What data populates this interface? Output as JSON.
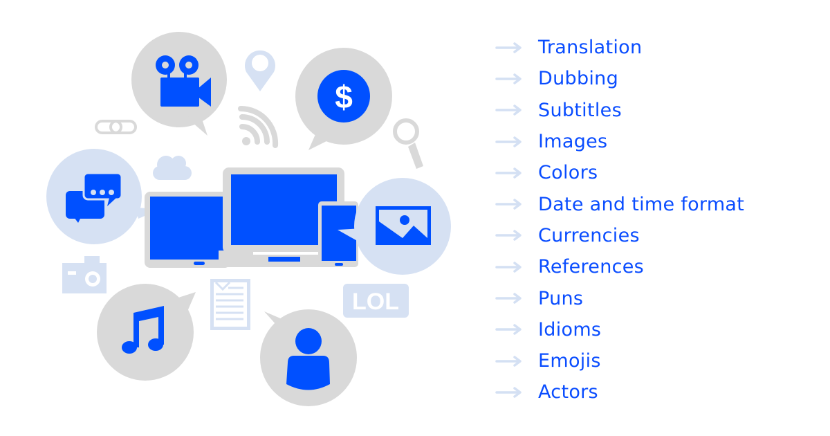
{
  "colors": {
    "accent_blue": "#0050ff",
    "text_blue": "#0a4dff",
    "bubble_gray": "#d9d9d9",
    "bubble_light_blue": "#d6e1f3",
    "arrow_light": "#d4e0f3",
    "background": "#ffffff"
  },
  "illustration": {
    "center": "devices-group",
    "devices": [
      "tablet",
      "desktop-monitor",
      "smartphone"
    ],
    "bubbles": [
      {
        "name": "video-camera-bubble",
        "icon": "movie-camera-icon",
        "color": "gray"
      },
      {
        "name": "currency-bubble",
        "icon": "dollar-icon",
        "color": "gray"
      },
      {
        "name": "chat-bubble",
        "icon": "chat-icon",
        "color": "light-blue"
      },
      {
        "name": "image-bubble",
        "icon": "picture-icon",
        "color": "light-blue"
      },
      {
        "name": "music-bubble",
        "icon": "music-note-icon",
        "color": "gray"
      },
      {
        "name": "person-bubble",
        "icon": "person-icon",
        "color": "gray"
      }
    ],
    "decorations": [
      "location-pin-icon",
      "rss-feed-icon",
      "link-icon",
      "search-icon",
      "cloud-icon",
      "camera-icon",
      "document-icon",
      "lol-badge"
    ],
    "dollar_symbol": "$",
    "lol_text": "LOL"
  },
  "features": [
    {
      "label": "Translation"
    },
    {
      "label": "Dubbing"
    },
    {
      "label": "Subtitles"
    },
    {
      "label": "Images"
    },
    {
      "label": "Colors"
    },
    {
      "label": "Date and time format"
    },
    {
      "label": "Currencies"
    },
    {
      "label": "References"
    },
    {
      "label": "Puns"
    },
    {
      "label": "Idioms"
    },
    {
      "label": "Emojis"
    },
    {
      "label": "Actors"
    }
  ]
}
